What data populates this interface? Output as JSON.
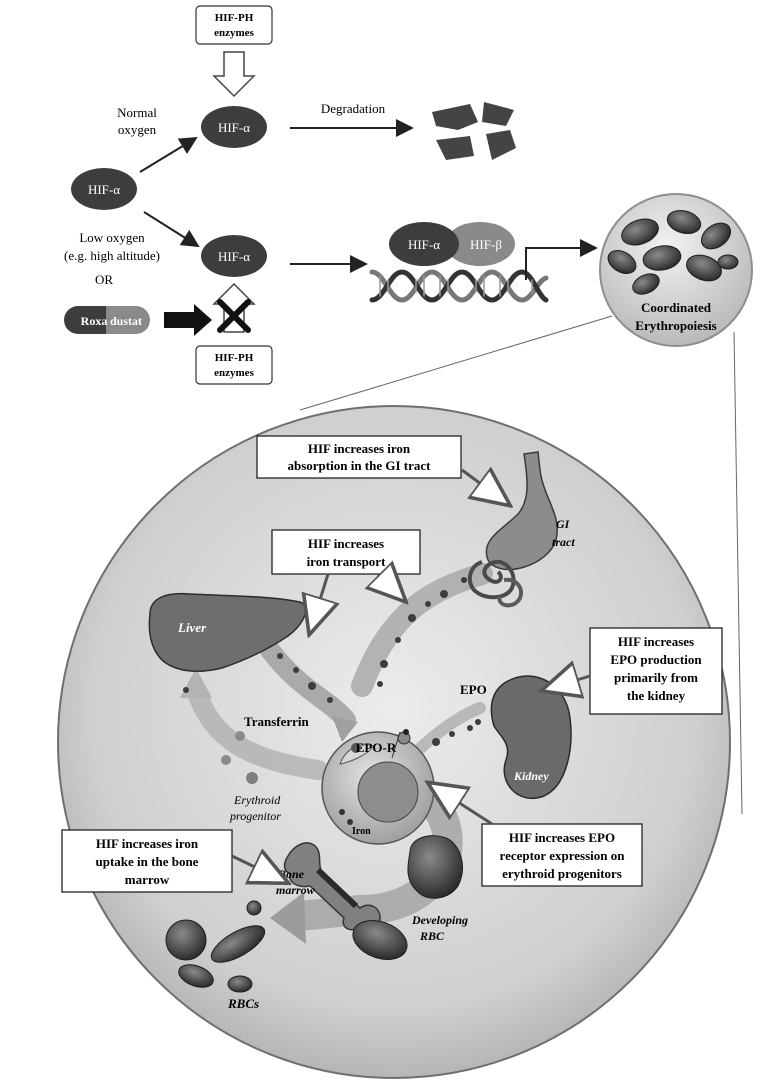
{
  "pathway": {
    "hifph_top": [
      "HIF-PH",
      "enzymes"
    ],
    "hifph_bottom": [
      "HIF-PH",
      "enzymes"
    ],
    "hif_alpha": "HIF-α",
    "hif_beta": "HIF-β",
    "normal_oxygen": [
      "Normal",
      "oxygen"
    ],
    "degradation": "Degradation",
    "low_oxygen": [
      "Low oxygen",
      "(e.g. high altitude)"
    ],
    "or": "OR",
    "roxa": "Roxa",
    "dustat": "dustat",
    "coordinated": [
      "Coordinated",
      "Erythropoiesis"
    ]
  },
  "body": {
    "callout_gi": [
      "HIF increases iron",
      "absorption in the GI tract"
    ],
    "callout_transport": [
      "HIF increases",
      "iron transport"
    ],
    "callout_epo": [
      "HIF increases",
      "EPO production",
      "primarily from",
      "the kidney"
    ],
    "callout_receptor": [
      "HIF increases EPO",
      "receptor expression on",
      "erythroid progenitors"
    ],
    "callout_marrow": [
      "HIF increases iron",
      "uptake in the bone",
      "marrow"
    ],
    "gi_tract": [
      "GI",
      "tract"
    ],
    "liver": "Liver",
    "transferrin": "Transferrin",
    "epo": "EPO",
    "epo_r": "EPO-R",
    "kidney": "Kidney",
    "erythroid": [
      "Erythroid",
      "progenitor"
    ],
    "iron": "Iron",
    "bone_marrow": [
      "Bone",
      "marrow"
    ],
    "developing": [
      "Developing",
      "RBC"
    ],
    "rbcs": "RBCs"
  },
  "colors": {
    "hif_alpha": "#3d3d3d",
    "hif_beta": "#8a8a8a",
    "big_circle": "#d6d6d6",
    "rbc": "#444444"
  }
}
